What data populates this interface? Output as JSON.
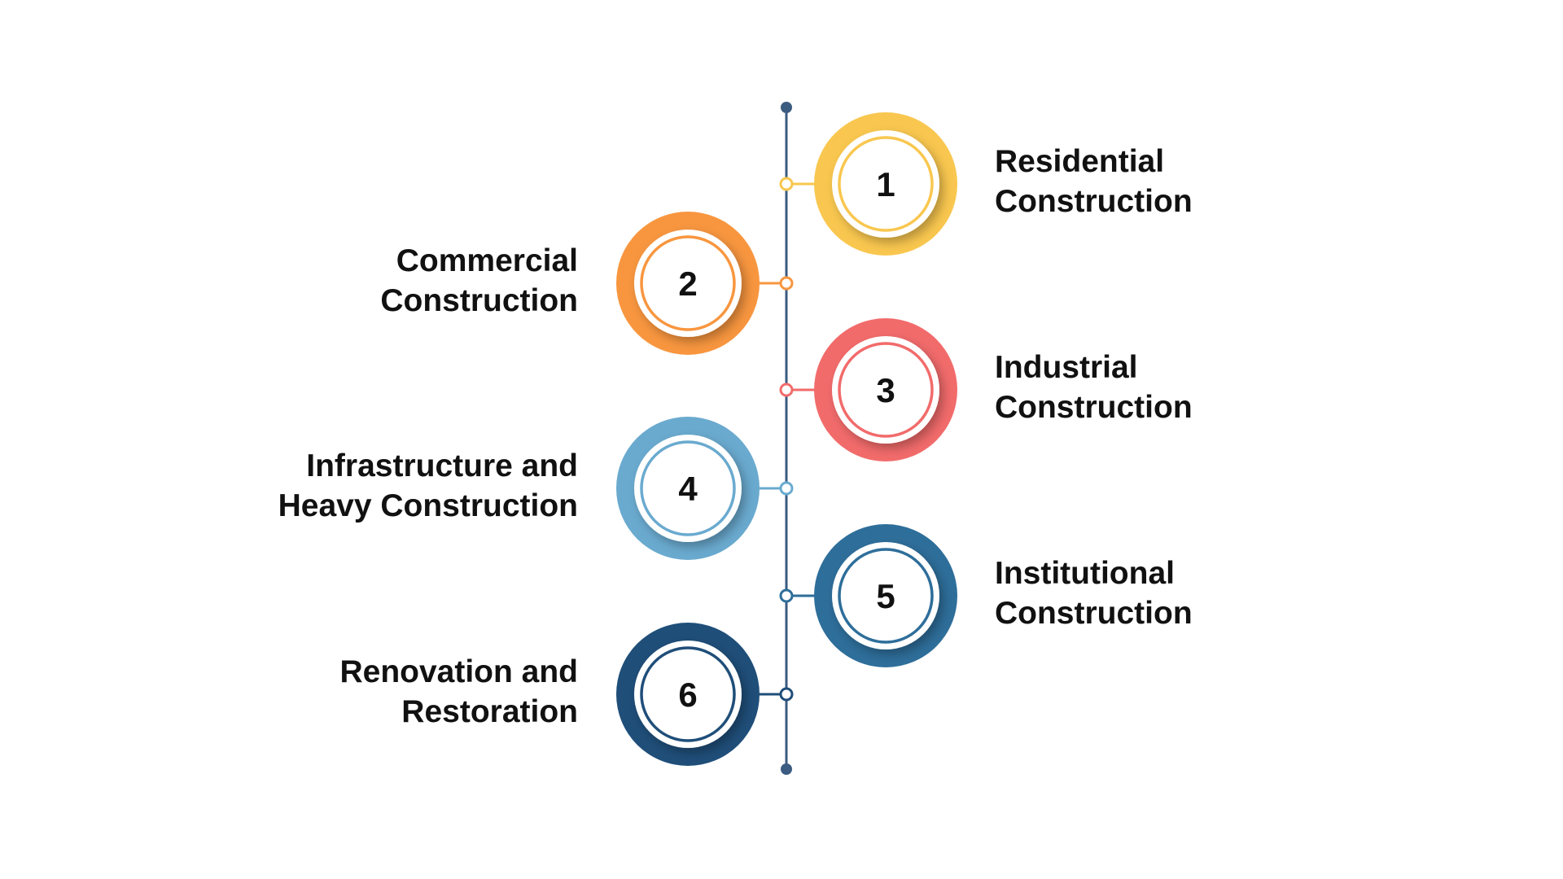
{
  "line_color": "#3B5B80",
  "steps": [
    {
      "number": "1",
      "title_line1": "Residential",
      "title_line2": "Construction",
      "color": "#F9C74F",
      "side": "right"
    },
    {
      "number": "2",
      "title_line1": "Commercial",
      "title_line2": "Construction",
      "color": "#F8963F",
      "side": "left"
    },
    {
      "number": "3",
      "title_line1": "Industrial",
      "title_line2": "Construction",
      "color": "#F26B6B",
      "side": "right"
    },
    {
      "number": "4",
      "title_line1": "Infrastructure and",
      "title_line2": "Heavy Construction",
      "color": "#6AAACF",
      "side": "left"
    },
    {
      "number": "5",
      "title_line1": "Institutional",
      "title_line2": "Construction",
      "color": "#2E6E9A",
      "side": "right"
    },
    {
      "number": "6",
      "title_line1": "Renovation and",
      "title_line2": "Restoration",
      "color": "#1F4E79",
      "side": "left"
    }
  ]
}
